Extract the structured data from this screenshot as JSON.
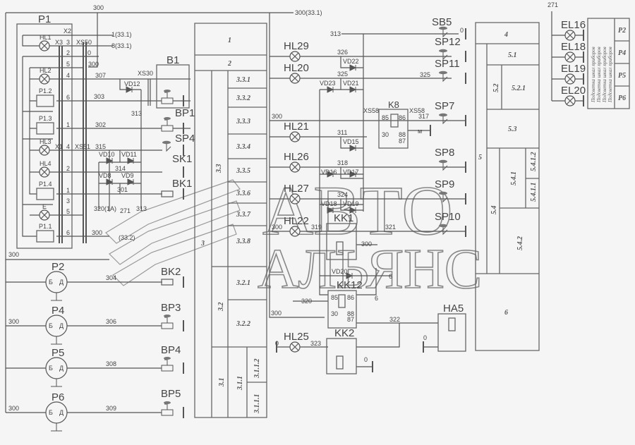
{
  "diagram": {
    "p1": {
      "title": "P1",
      "x2": "X2",
      "x3": "X3",
      "x1": "X1",
      "xs50": "XS50",
      "xs51": "XS51",
      "hl1": "HL1",
      "hl2": "HL2",
      "hl3": "HL3",
      "hl4": "HL4",
      "p12": "P1.2",
      "p13": "P1.3",
      "p14": "P1.4",
      "p11": "P1.1",
      "e": "E",
      "pins": [
        "3",
        "2",
        "5",
        "4",
        "6",
        "1",
        "4",
        "2",
        "1",
        "3",
        "5",
        "6"
      ]
    },
    "wires": {
      "w300": "300",
      "w300_331": "300(33.1)",
      "w1_331": "1(33.1)",
      "w8_331": "8(33.1)",
      "w0": "0",
      "w307": "307",
      "w303": "303",
      "w302": "302",
      "w313": "313",
      "w315": "315",
      "w314": "314",
      "w301": "301",
      "w320_1a": "320(1A)",
      "w271": "271",
      "w33_2": "(33.2)",
      "w304": "304",
      "w306": "306",
      "w308": "308",
      "w309": "309",
      "w326": "326",
      "w325": "325",
      "w311": "311",
      "w318": "318",
      "w324": "324",
      "w319": "319",
      "w321": "321",
      "w317": "317",
      "w320": "320",
      "w6": "6",
      "w322": "322",
      "w323": "323",
      "w_m": "м"
    },
    "components": {
      "b1": "B1",
      "xs30": "XS30",
      "vd12": "VD12",
      "bp1": "BP1",
      "sp4": "SP4",
      "sk1": "SK1",
      "bk1": "BK1",
      "vd10": "VD10",
      "vd11": "VD11",
      "vd8": "VD8",
      "vd9": "VD9",
      "p2": "P2",
      "p4": "P4",
      "p5": "P5",
      "p6": "P6",
      "gauge_b": "Б",
      "gauge_d": "Д",
      "bk2": "BK2",
      "bp3": "BP3",
      "bp4": "BP4",
      "bp5": "BP5",
      "hl29": "HL29",
      "hl20": "HL20",
      "hl21": "HL21",
      "hl26": "HL26",
      "hl27": "HL27",
      "hl22": "HL22",
      "hl25": "HL25",
      "vd22": "VD22",
      "vd23": "VD23",
      "vd21": "VD21",
      "vd15": "VD15",
      "vd16": "VD16",
      "vd17": "VD17",
      "vd18": "VD18",
      "vd19": "VD19",
      "vd20": "VD20",
      "k8": "K8",
      "xs58": "XS58",
      "kk1": "KK1",
      "kk12": "KK12",
      "kk2": "KK2",
      "ha5": "HA5",
      "sb5": "SB5",
      "sp12": "SP12",
      "sp11": "SP11",
      "sp7": "SP7",
      "sp8": "SP8",
      "sp9": "SP9",
      "sp10": "SP10",
      "el16": "EL16",
      "el18": "EL18",
      "el19": "EL19",
      "el20": "EL20",
      "k85": "85",
      "k86": "86",
      "k30": "30",
      "k88": "88",
      "k87": "87"
    },
    "block3": [
      "1",
      "2",
      "3",
      "3.3",
      "3.3.1",
      "3.3.2",
      "3.3.3",
      "3.3.4",
      "3.3.5",
      "3.3.6",
      "3.3.7",
      "3.3.8",
      "3.2",
      "3.2.1",
      "3.2.2",
      "3.1",
      "3.1.1",
      "3.1.1.2",
      "3.1.1.1"
    ],
    "block5": [
      "4",
      "5",
      "5.1",
      "5.2",
      "5.2.1",
      "5.3",
      "5.4",
      "5.4.1",
      "5.4.1.2",
      "5.4.1.1",
      "5.4.2",
      "6"
    ],
    "legend": {
      "caption": "Подсветка шкал приборов",
      "rows": [
        "P2",
        "P4",
        "P5",
        "P6"
      ]
    },
    "watermark": {
      "line1": "АВТО",
      "line2": "АЛЬЯНС"
    }
  },
  "colors": {
    "line": "#555555",
    "background": "#f5f5f5",
    "watermark": "#888888"
  }
}
